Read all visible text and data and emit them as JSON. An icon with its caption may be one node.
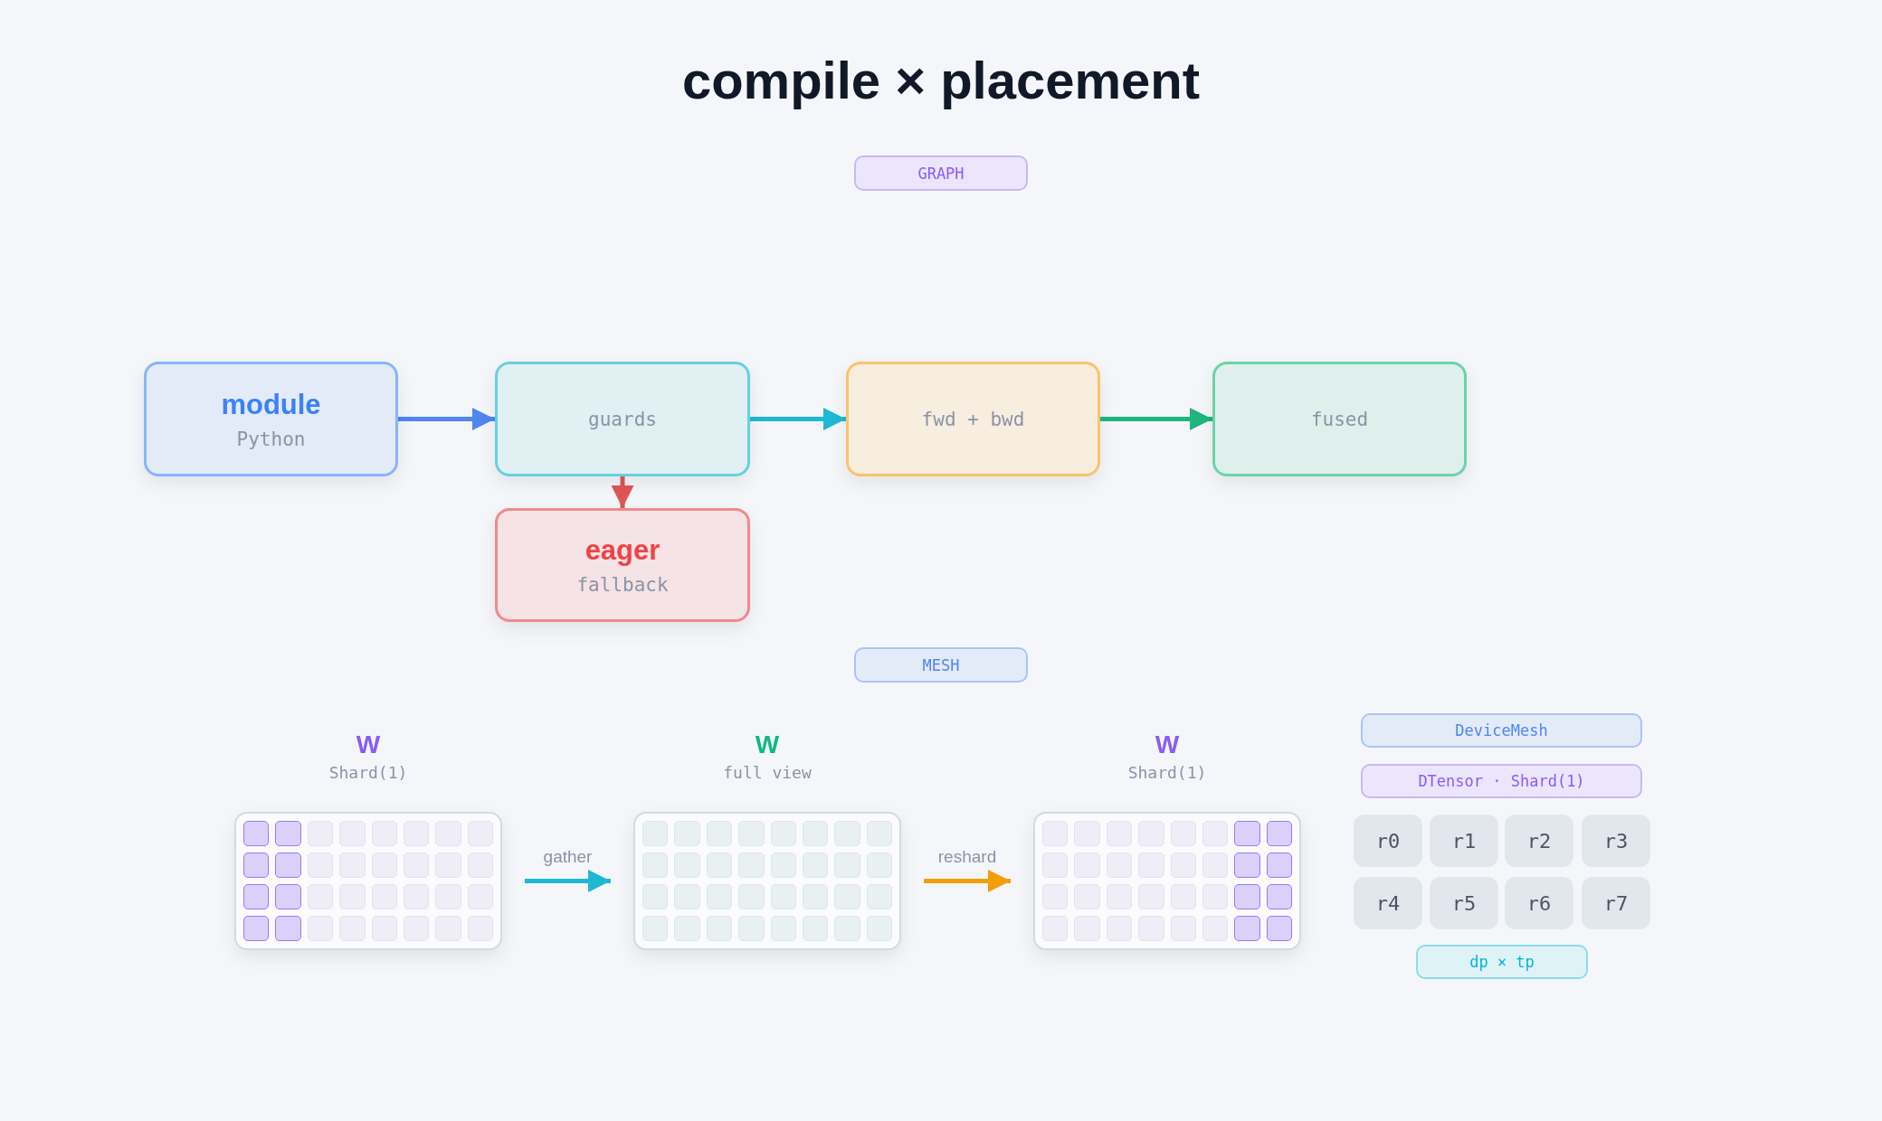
{
  "diagram": {
    "title": "compile × placement",
    "nodes": [
      {
        "text": [
          "module",
          "Python"
        ]
      },
      {
        "text": [
          "guards"
        ]
      },
      {
        "text": [
          "fwd + bwd"
        ]
      },
      {
        "text": [
          "fused"
        ]
      },
      {
        "text": [
          "eager",
          "fallback"
        ]
      },
      {
        "text": [
          "W",
          "Shard(1)"
        ]
      },
      {
        "text": [
          "W",
          "full view"
        ]
      },
      {
        "text": [
          "W",
          "Shard(1)"
        ]
      }
    ],
    "edges": [
      {
        "from": 0,
        "to": 1,
        "arrow": "to",
        "color": "#4f86f0"
      },
      {
        "from": 1,
        "to": 2,
        "arrow": "to",
        "color": "#1fb8d3"
      },
      {
        "from": 2,
        "to": 3,
        "arrow": "to",
        "color": "#1fb57f"
      },
      {
        "from": 1,
        "to": 4,
        "arrow": "to",
        "color": "#e05555"
      },
      {
        "from": 5,
        "to": 6,
        "arrow": "to",
        "label": "gather",
        "color": "#1fb8d3"
      },
      {
        "from": 6,
        "to": 7,
        "arrow": "to",
        "label": "reshard",
        "color": "#f59e0b"
      }
    ],
    "labels": [
      "GRAPH",
      "MESH",
      "DeviceMesh",
      "DTensor · Shard(1)",
      "r0",
      "r1",
      "r2",
      "r3",
      "r4",
      "r5",
      "r6",
      "r7",
      "dp × tp"
    ]
  }
}
